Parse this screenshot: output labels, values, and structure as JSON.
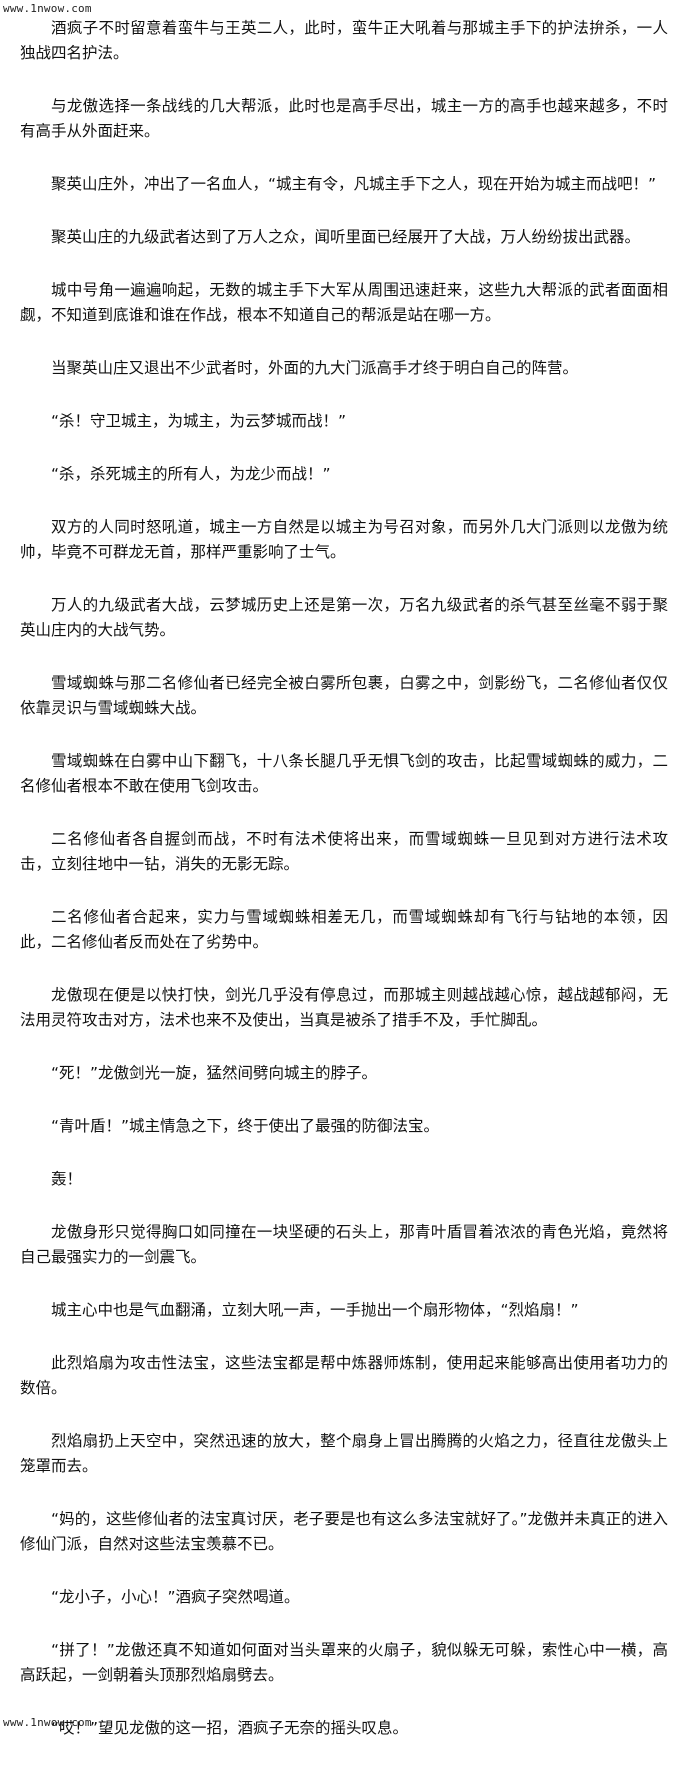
{
  "watermark": {
    "top": "www.1nwow.com",
    "bottom": "www.1nwow.com"
  },
  "paragraphs": [
    "酒疯子不时留意着蛮牛与王英二人，此时，蛮牛正大吼着与那城主手下的护法拚杀，一人独战四名护法。",
    "与龙傲选择一条战线的几大帮派，此时也是高手尽出，城主一方的高手也越来越多，不时有高手从外面赶来。",
    "聚英山庄外，冲出了一名血人，“城主有令，凡城主手下之人，现在开始为城主而战吧！”",
    "聚英山庄的九级武者达到了万人之众，闻听里面已经展开了大战，万人纷纷拔出武器。",
    "城中号角一遍遍响起，无数的城主手下大军从周围迅速赶来，这些九大帮派的武者面面相觑，不知道到底谁和谁在作战，根本不知道自己的帮派是站在哪一方。",
    "当聚英山庄又退出不少武者时，外面的九大门派高手才终于明白自己的阵营。",
    "“杀！守卫城主，为城主，为云梦城而战！”",
    "“杀，杀死城主的所有人，为龙少而战！”",
    "双方的人同时怒吼道，城主一方自然是以城主为号召对象，而另外几大门派则以龙傲为统帅，毕竟不可群龙无首，那样严重影响了士气。",
    "万人的九级武者大战，云梦城历史上还是第一次，万名九级武者的杀气甚至丝毫不弱于聚英山庄内的大战气势。",
    "雪域蜘蛛与那二名修仙者已经完全被白雾所包裹，白雾之中，剑影纷飞，二名修仙者仅仅依靠灵识与雪域蜘蛛大战。",
    "雪域蜘蛛在白雾中山下翻飞，十八条长腿几乎无惧飞剑的攻击，比起雪域蜘蛛的威力，二名修仙者根本不敢在使用飞剑攻击。",
    "二名修仙者各自握剑而战，不时有法术使将出来，而雪域蜘蛛一旦见到对方进行法术攻击，立刻往地中一钻，消失的无影无踪。",
    "二名修仙者合起来，实力与雪域蜘蛛相差无几，而雪域蜘蛛却有飞行与钻地的本领，因此，二名修仙者反而处在了劣势中。",
    "龙傲现在便是以快打快，剑光几乎没有停息过，而那城主则越战越心惊，越战越郁闷，无法用灵符攻击对方，法术也来不及使出，当真是被杀了措手不及，手忙脚乱。",
    "“死！”龙傲剑光一旋，猛然间劈向城主的脖子。",
    "“青叶盾！”城主情急之下，终于使出了最强的防御法宝。",
    "轰！",
    "龙傲身形只觉得胸口如同撞在一块坚硬的石头上，那青叶盾冒着浓浓的青色光焰，竟然将自己最强实力的一剑震飞。",
    "城主心中也是气血翻涌，立刻大吼一声，一手抛出一个扇形物体，“烈焰扇！”",
    "此烈焰扇为攻击性法宝，这些法宝都是帮中炼器师炼制，使用起来能够高出使用者功力的数倍。",
    "烈焰扇扔上天空中，突然迅速的放大，整个扇身上冒出腾腾的火焰之力，径直往龙傲头上笼罩而去。",
    "“妈的，这些修仙者的法宝真讨厌，老子要是也有这么多法宝就好了。”龙傲并未真正的进入修仙门派，自然对这些法宝羡慕不已。",
    "“龙小子，小心！”酒疯子突然喝道。",
    "“拼了！”龙傲还真不知道如何面对当头罩来的火扇子，貌似躲无可躲，索性心中一横，高高跃起，一剑朝着头顶那烈焰扇劈去。",
    "“哎！”望见龙傲的这一招，酒疯子无奈的摇头叹息。"
  ]
}
